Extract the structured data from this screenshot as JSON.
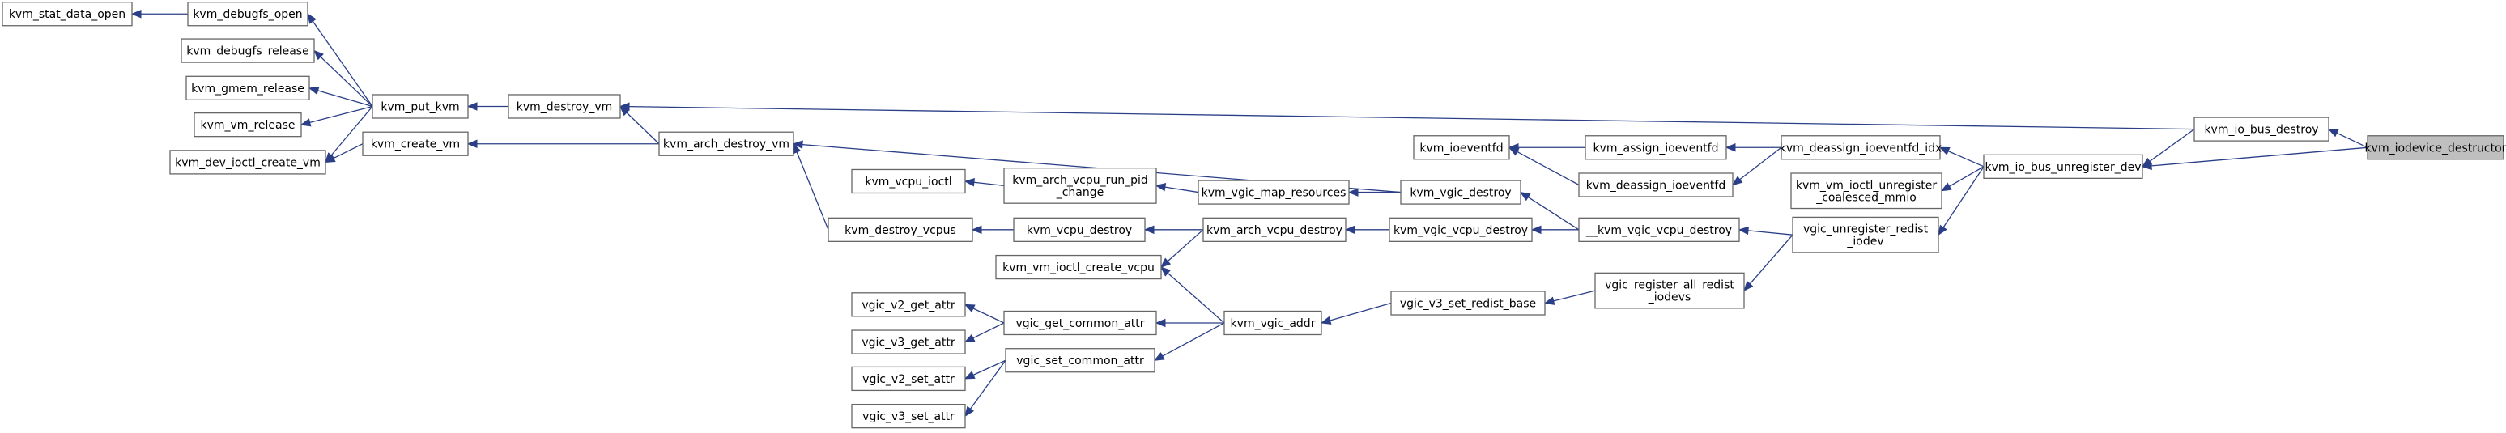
{
  "graph": {
    "root": "kvm_iodevice_destructor",
    "nodes": [
      {
        "id": "kvm_stat_data_open",
        "lines": [
          "kvm_stat_data_open"
        ]
      },
      {
        "id": "kvm_debugfs_open",
        "lines": [
          "kvm_debugfs_open"
        ]
      },
      {
        "id": "kvm_debugfs_release",
        "lines": [
          "kvm_debugfs_release"
        ]
      },
      {
        "id": "kvm_gmem_release",
        "lines": [
          "kvm_gmem_release"
        ]
      },
      {
        "id": "kvm_vm_release",
        "lines": [
          "kvm_vm_release"
        ]
      },
      {
        "id": "kvm_dev_ioctl_create_vm",
        "lines": [
          "kvm_dev_ioctl_create_vm"
        ]
      },
      {
        "id": "kvm_put_kvm",
        "lines": [
          "kvm_put_kvm"
        ]
      },
      {
        "id": "kvm_create_vm",
        "lines": [
          "kvm_create_vm"
        ]
      },
      {
        "id": "kvm_destroy_vm",
        "lines": [
          "kvm_destroy_vm"
        ]
      },
      {
        "id": "kvm_arch_destroy_vm",
        "lines": [
          "kvm_arch_destroy_vm"
        ]
      },
      {
        "id": "kvm_vcpu_ioctl",
        "lines": [
          "kvm_vcpu_ioctl"
        ]
      },
      {
        "id": "kvm_arch_vcpu_run_pid_change",
        "lines": [
          "kvm_arch_vcpu_run_pid",
          "_change"
        ]
      },
      {
        "id": "kvm_vgic_map_resources",
        "lines": [
          "kvm_vgic_map_resources"
        ]
      },
      {
        "id": "kvm_destroy_vcpus",
        "lines": [
          "kvm_destroy_vcpus"
        ]
      },
      {
        "id": "kvm_vcpu_destroy",
        "lines": [
          "kvm_vcpu_destroy"
        ]
      },
      {
        "id": "kvm_vm_ioctl_create_vcpu",
        "lines": [
          "kvm_vm_ioctl_create_vcpu"
        ]
      },
      {
        "id": "kvm_arch_vcpu_destroy",
        "lines": [
          "kvm_arch_vcpu_destroy"
        ]
      },
      {
        "id": "kvm_vgic_destroy",
        "lines": [
          "kvm_vgic_destroy"
        ]
      },
      {
        "id": "kvm_vgic_vcpu_destroy",
        "lines": [
          "kvm_vgic_vcpu_destroy"
        ]
      },
      {
        "id": "__kvm_vgic_vcpu_destroy",
        "lines": [
          "__kvm_vgic_vcpu_destroy"
        ]
      },
      {
        "id": "vgic_v2_get_attr",
        "lines": [
          "vgic_v2_get_attr"
        ]
      },
      {
        "id": "vgic_v3_get_attr",
        "lines": [
          "vgic_v3_get_attr"
        ]
      },
      {
        "id": "vgic_v2_set_attr",
        "lines": [
          "vgic_v2_set_attr"
        ]
      },
      {
        "id": "vgic_v3_set_attr",
        "lines": [
          "vgic_v3_set_attr"
        ]
      },
      {
        "id": "vgic_get_common_attr",
        "lines": [
          "vgic_get_common_attr"
        ]
      },
      {
        "id": "vgic_set_common_attr",
        "lines": [
          "vgic_set_common_attr"
        ]
      },
      {
        "id": "kvm_vgic_addr",
        "lines": [
          "kvm_vgic_addr"
        ]
      },
      {
        "id": "vgic_v3_set_redist_base",
        "lines": [
          "vgic_v3_set_redist_base"
        ]
      },
      {
        "id": "vgic_register_all_redist_iodevs",
        "lines": [
          "vgic_register_all_redist",
          "_iodevs"
        ]
      },
      {
        "id": "vgic_unregister_redist_iodev",
        "lines": [
          "vgic_unregister_redist",
          "_iodev"
        ]
      },
      {
        "id": "kvm_ioeventfd",
        "lines": [
          "kvm_ioeventfd"
        ]
      },
      {
        "id": "kvm_assign_ioeventfd",
        "lines": [
          "kvm_assign_ioeventfd"
        ]
      },
      {
        "id": "kvm_deassign_ioeventfd",
        "lines": [
          "kvm_deassign_ioeventfd"
        ]
      },
      {
        "id": "kvm_deassign_ioeventfd_idx",
        "lines": [
          "kvm_deassign_ioeventfd_idx"
        ]
      },
      {
        "id": "kvm_vm_ioctl_unregister_coalesced_mmio",
        "lines": [
          "kvm_vm_ioctl_unregister",
          "_coalesced_mmio"
        ]
      },
      {
        "id": "kvm_io_bus_unregister_dev",
        "lines": [
          "kvm_io_bus_unregister_dev"
        ]
      },
      {
        "id": "kvm_io_bus_destroy",
        "lines": [
          "kvm_io_bus_destroy"
        ]
      },
      {
        "id": "kvm_iodevice_destructor",
        "lines": [
          "kvm_iodevice_destructor"
        ]
      }
    ],
    "edges": [
      {
        "from": "kvm_debugfs_open",
        "to": "kvm_stat_data_open"
      },
      {
        "from": "kvm_put_kvm",
        "to": "kvm_debugfs_open"
      },
      {
        "from": "kvm_put_kvm",
        "to": "kvm_debugfs_release"
      },
      {
        "from": "kvm_put_kvm",
        "to": "kvm_gmem_release"
      },
      {
        "from": "kvm_put_kvm",
        "to": "kvm_vm_release"
      },
      {
        "from": "kvm_put_kvm",
        "to": "kvm_dev_ioctl_create_vm"
      },
      {
        "from": "kvm_create_vm",
        "to": "kvm_dev_ioctl_create_vm"
      },
      {
        "from": "kvm_destroy_vm",
        "to": "kvm_put_kvm"
      },
      {
        "from": "kvm_arch_destroy_vm",
        "to": "kvm_destroy_vm"
      },
      {
        "from": "kvm_arch_destroy_vm",
        "to": "kvm_create_vm"
      },
      {
        "from": "kvm_destroy_vcpus",
        "to": "kvm_arch_destroy_vm"
      },
      {
        "from": "kvm_arch_vcpu_run_pid_change",
        "to": "kvm_vcpu_ioctl"
      },
      {
        "from": "kvm_vgic_map_resources",
        "to": "kvm_arch_vcpu_run_pid_change"
      },
      {
        "from": "kvm_vgic_destroy",
        "to": "kvm_arch_destroy_vm"
      },
      {
        "from": "kvm_vgic_destroy",
        "to": "kvm_vgic_map_resources"
      },
      {
        "from": "kvm_vcpu_destroy",
        "to": "kvm_destroy_vcpus"
      },
      {
        "from": "kvm_arch_vcpu_destroy",
        "to": "kvm_vcpu_destroy"
      },
      {
        "from": "kvm_arch_vcpu_destroy",
        "to": "kvm_vm_ioctl_create_vcpu"
      },
      {
        "from": "kvm_vgic_vcpu_destroy",
        "to": "kvm_arch_vcpu_destroy"
      },
      {
        "from": "__kvm_vgic_vcpu_destroy",
        "to": "kvm_vgic_destroy"
      },
      {
        "from": "__kvm_vgic_vcpu_destroy",
        "to": "kvm_vgic_vcpu_destroy"
      },
      {
        "from": "vgic_get_common_attr",
        "to": "vgic_v2_get_attr"
      },
      {
        "from": "vgic_get_common_attr",
        "to": "vgic_v3_get_attr"
      },
      {
        "from": "vgic_set_common_attr",
        "to": "vgic_v2_set_attr"
      },
      {
        "from": "vgic_set_common_attr",
        "to": "vgic_v3_set_attr"
      },
      {
        "from": "kvm_vgic_addr",
        "to": "vgic_get_common_attr"
      },
      {
        "from": "kvm_vgic_addr",
        "to": "vgic_set_common_attr"
      },
      {
        "from": "kvm_vgic_addr",
        "to": "kvm_vm_ioctl_create_vcpu"
      },
      {
        "from": "vgic_v3_set_redist_base",
        "to": "kvm_vgic_addr"
      },
      {
        "from": "vgic_register_all_redist_iodevs",
        "to": "vgic_v3_set_redist_base"
      },
      {
        "from": "vgic_unregister_redist_iodev",
        "to": "__kvm_vgic_vcpu_destroy"
      },
      {
        "from": "vgic_unregister_redist_iodev",
        "to": "vgic_register_all_redist_iodevs"
      },
      {
        "from": "kvm_assign_ioeventfd",
        "to": "kvm_ioeventfd"
      },
      {
        "from": "kvm_deassign_ioeventfd",
        "to": "kvm_ioeventfd"
      },
      {
        "from": "kvm_deassign_ioeventfd_idx",
        "to": "kvm_assign_ioeventfd"
      },
      {
        "from": "kvm_deassign_ioeventfd_idx",
        "to": "kvm_deassign_ioeventfd"
      },
      {
        "from": "kvm_io_bus_unregister_dev",
        "to": "kvm_deassign_ioeventfd_idx"
      },
      {
        "from": "kvm_io_bus_unregister_dev",
        "to": "kvm_vm_ioctl_unregister_coalesced_mmio"
      },
      {
        "from": "kvm_io_bus_unregister_dev",
        "to": "vgic_unregister_redist_iodev"
      },
      {
        "from": "kvm_io_bus_destroy",
        "to": "kvm_destroy_vm"
      },
      {
        "from": "kvm_io_bus_destroy",
        "to": "kvm_io_bus_unregister_dev"
      },
      {
        "from": "kvm_iodevice_destructor",
        "to": "kvm_io_bus_destroy"
      },
      {
        "from": "kvm_iodevice_destructor",
        "to": "kvm_io_bus_unregister_dev"
      }
    ]
  },
  "colors": {
    "edge": "#2a3f87",
    "node_border": "#666666",
    "root_fill": "#bfbfbf",
    "node_fill": "#ffffff"
  }
}
